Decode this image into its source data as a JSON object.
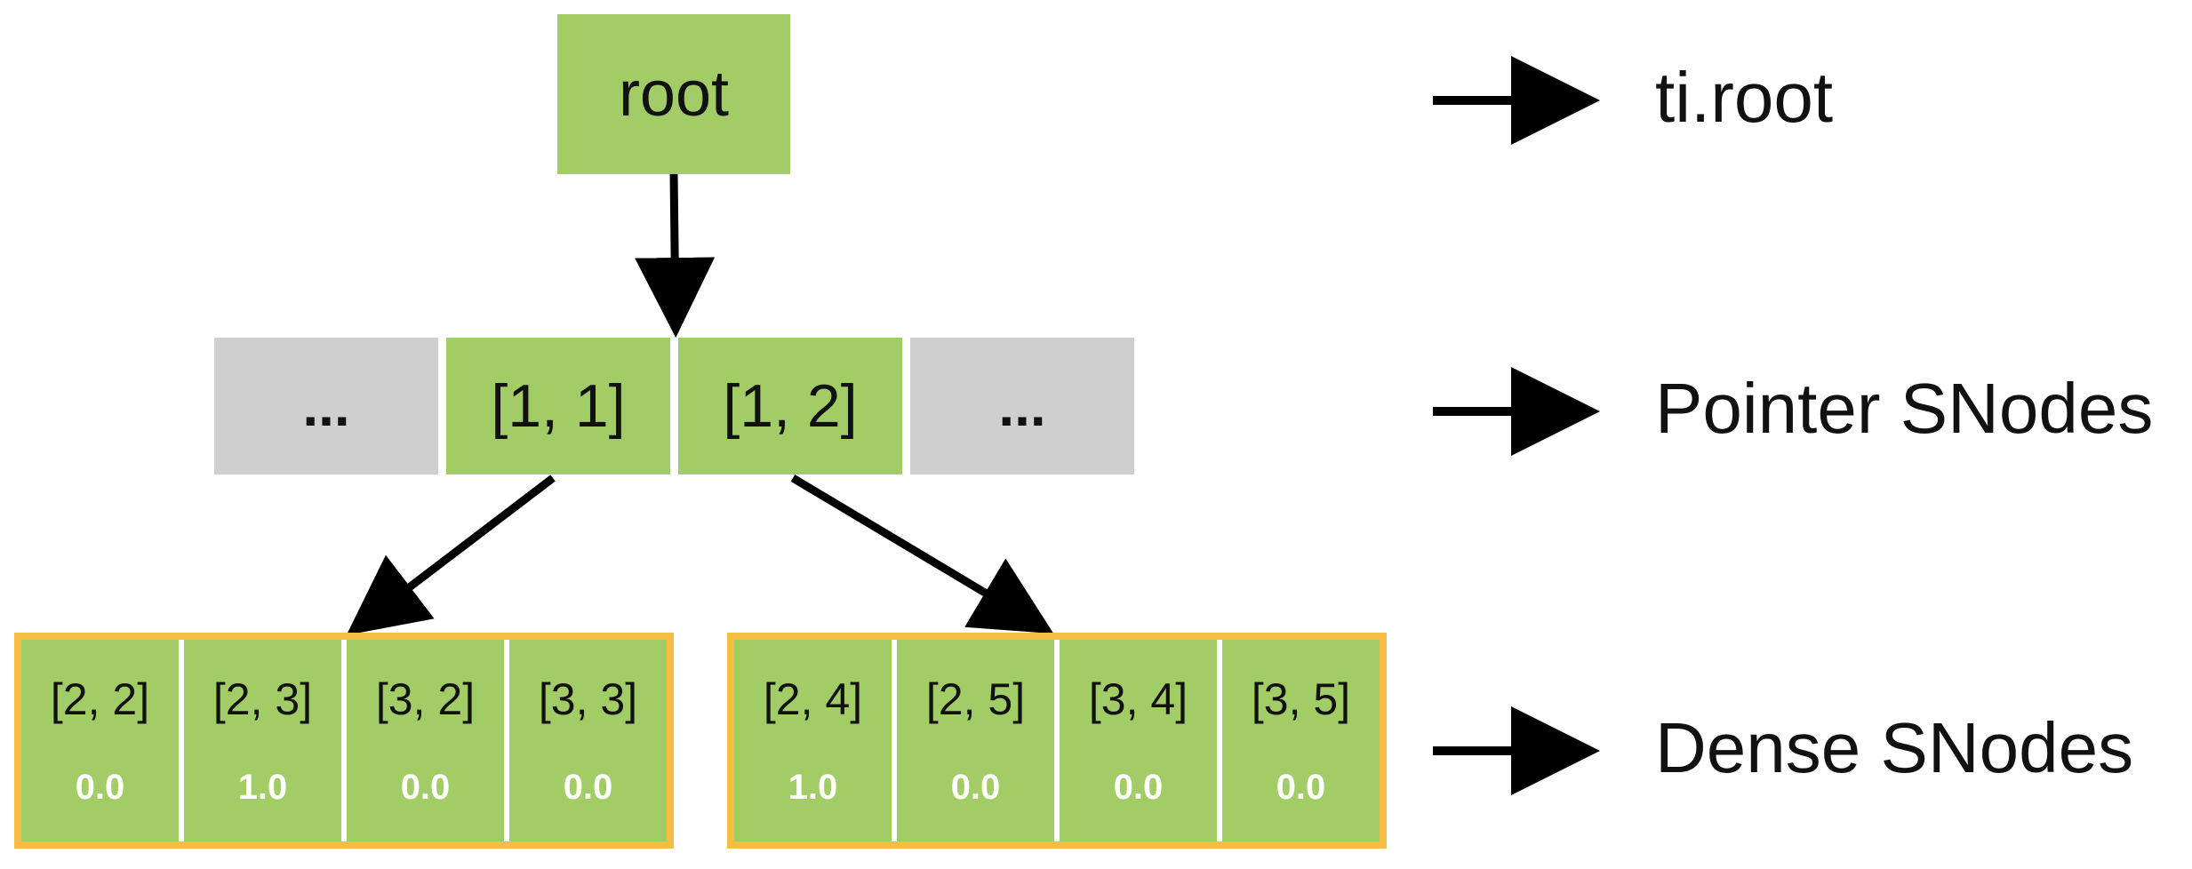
{
  "root": {
    "label": "root"
  },
  "pointer_nodes": [
    "...",
    "[1, 1]",
    "[1, 2]",
    "..."
  ],
  "dense_groups": [
    {
      "cells": [
        {
          "index": "[2, 2]",
          "value": "0.0"
        },
        {
          "index": "[2, 3]",
          "value": "1.0"
        },
        {
          "index": "[3, 2]",
          "value": "0.0"
        },
        {
          "index": "[3, 3]",
          "value": "0.0"
        }
      ]
    },
    {
      "cells": [
        {
          "index": "[2, 4]",
          "value": "1.0"
        },
        {
          "index": "[2, 5]",
          "value": "0.0"
        },
        {
          "index": "[3, 4]",
          "value": "0.0"
        },
        {
          "index": "[3, 5]",
          "value": "0.0"
        }
      ]
    }
  ],
  "legend": {
    "root_label": "ti.root",
    "pointer_label": "Pointer SNodes",
    "dense_label": "Dense SNodes"
  },
  "colors": {
    "node_green": "#a2cd66",
    "node_gray": "#d0cfcf",
    "dense_border": "#f6bd42",
    "arrow": "#000000"
  }
}
